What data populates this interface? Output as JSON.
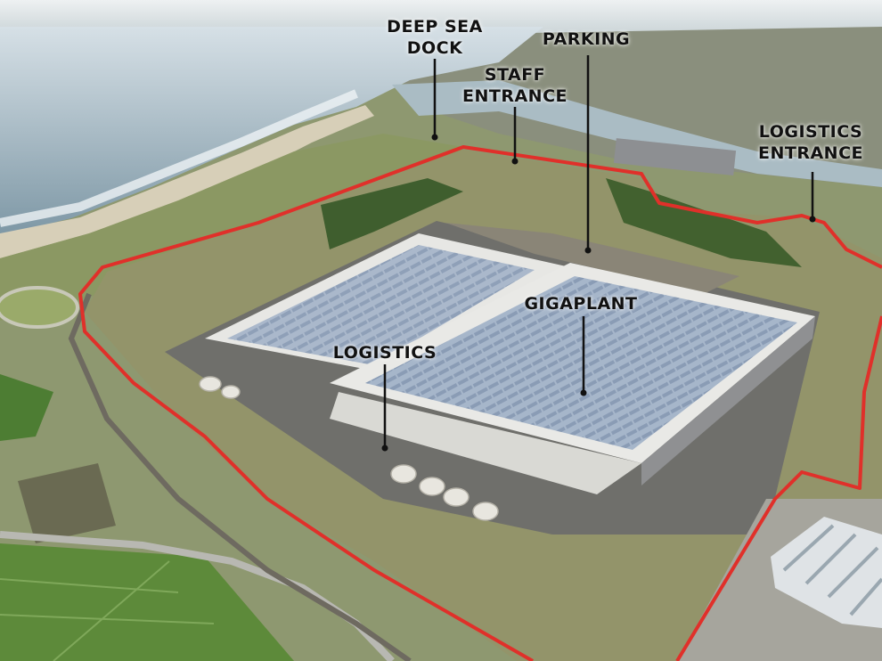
{
  "labels": {
    "deep_sea_dock": [
      "DEEP SEA",
      "DOCK"
    ],
    "staff_entrance": [
      "STAFF",
      "ENTRANCE"
    ],
    "parking": [
      "PARKING"
    ],
    "logistics_entrance": [
      "LOGISTICS",
      "ENTRANCE"
    ],
    "gigaplant": [
      "GIGAPLANT"
    ],
    "logistics": [
      "LOGISTICS"
    ]
  },
  "colors": {
    "sea": "#8fa6b3",
    "sand": "#d9d2bd",
    "grass": "#7e8c5d",
    "dark_green": "#3d5a2c",
    "site_boundary": "#e0302a",
    "roof_panels": "#8fa2bd",
    "roof_white": "#e8e8e6",
    "pad": "#6f6f6b",
    "label_text": "#111111",
    "pointer_line": "#111111"
  }
}
